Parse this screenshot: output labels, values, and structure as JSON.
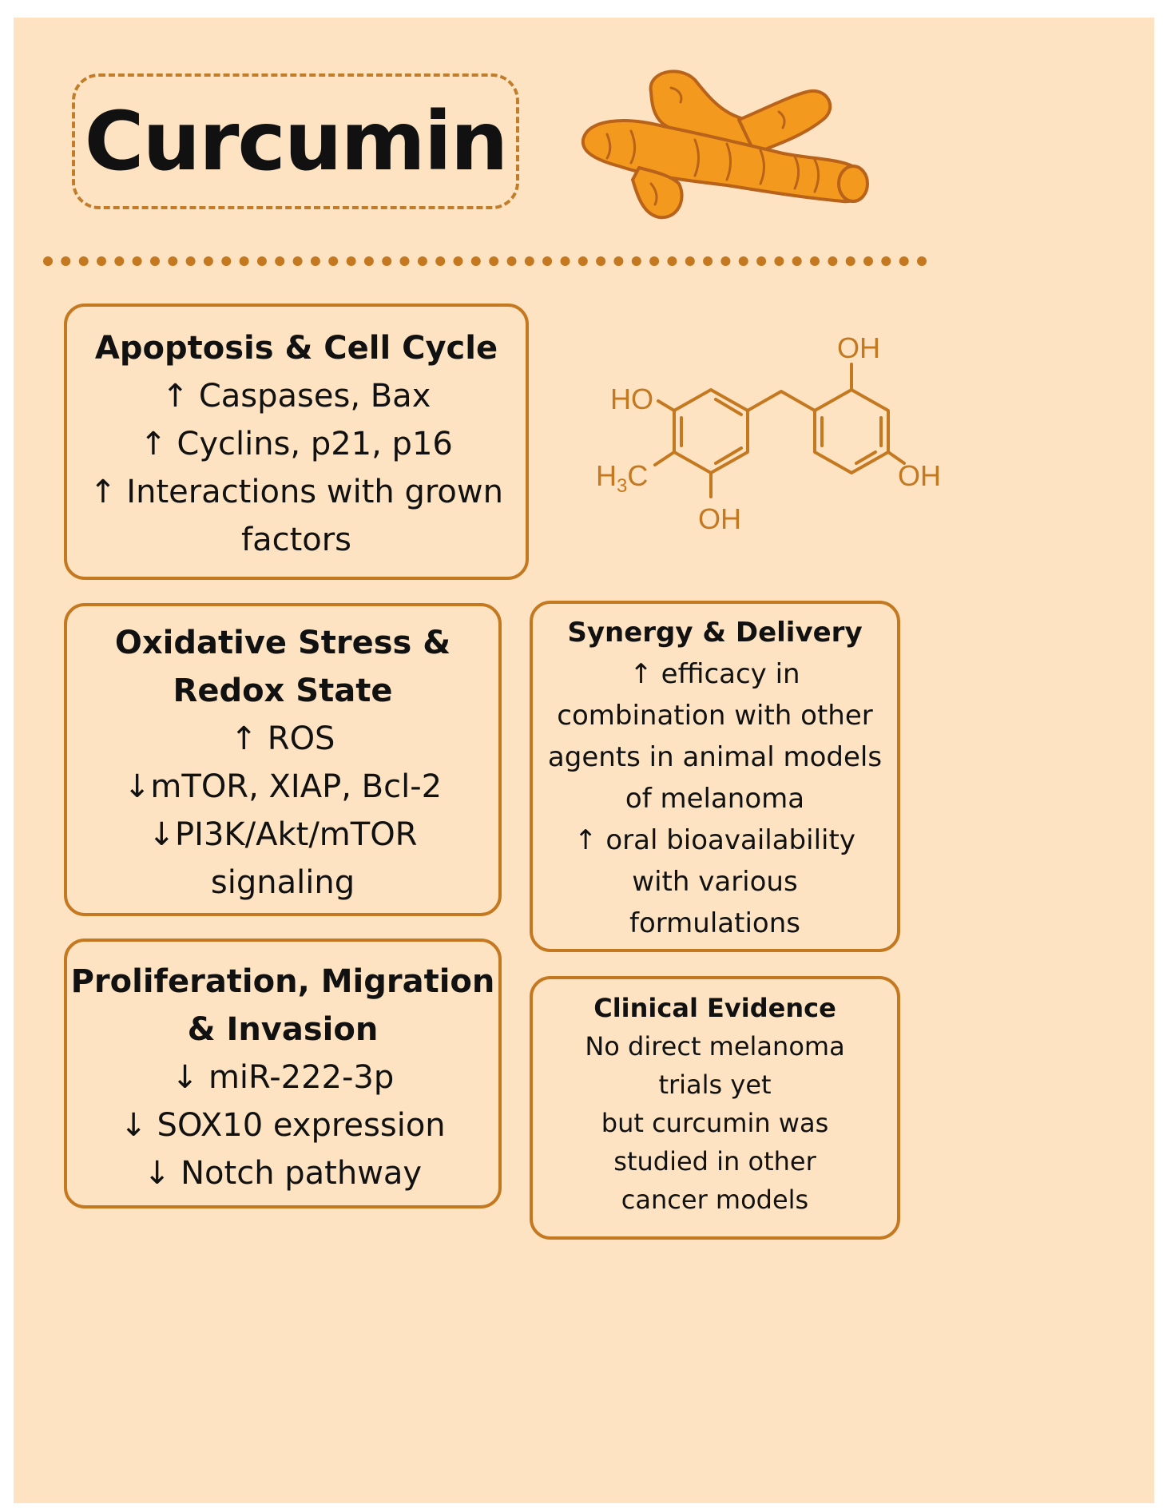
{
  "title": "Curcumin",
  "colors": {
    "background": "#fde3c2",
    "accent": "#c4781f",
    "turmeric": "#f39a1e",
    "text": "#111111"
  },
  "illustration": {
    "icon": "turmeric-root-icon"
  },
  "molecule": {
    "icon": "chemical-structure-icon",
    "labels": {
      "oh_top": "OH",
      "ho_left": "HO",
      "h3c_h": "H",
      "h3c_sub": "3",
      "h3c_c": "C",
      "oh_bottom": "OH",
      "oh_right": "OH"
    }
  },
  "cards": {
    "apoptosis": {
      "title": "Apoptosis & Cell Cycle",
      "lines": [
        "↑ Caspases, Bax",
        "↑ Cyclins, p21, p16",
        "↑ Interactions with grown",
        "factors"
      ]
    },
    "oxidative": {
      "title_lines": [
        "Oxidative Stress &",
        "Redox State"
      ],
      "lines": [
        "↑ ROS",
        "↓mTOR, XIAP, Bcl-2",
        "↓PI3K/Akt/mTOR",
        "signaling"
      ]
    },
    "proliferation": {
      "title_lines": [
        "Proliferation, Migration",
        "& Invasion"
      ],
      "lines": [
        "↓ miR-222-3p",
        "↓ SOX10 expression",
        "↓ Notch pathway"
      ]
    },
    "synergy": {
      "title": "Synergy & Delivery",
      "lines": [
        "↑ efficacy in",
        "combination with other",
        "agents in animal models",
        "of melanoma",
        "↑ oral bioavailability",
        "with various",
        "formulations"
      ]
    },
    "clinical": {
      "title": "Clinical Evidence",
      "lines": [
        "No direct melanoma",
        "trials yet",
        "but curcumin was",
        "studied in other",
        "cancer models"
      ]
    }
  }
}
